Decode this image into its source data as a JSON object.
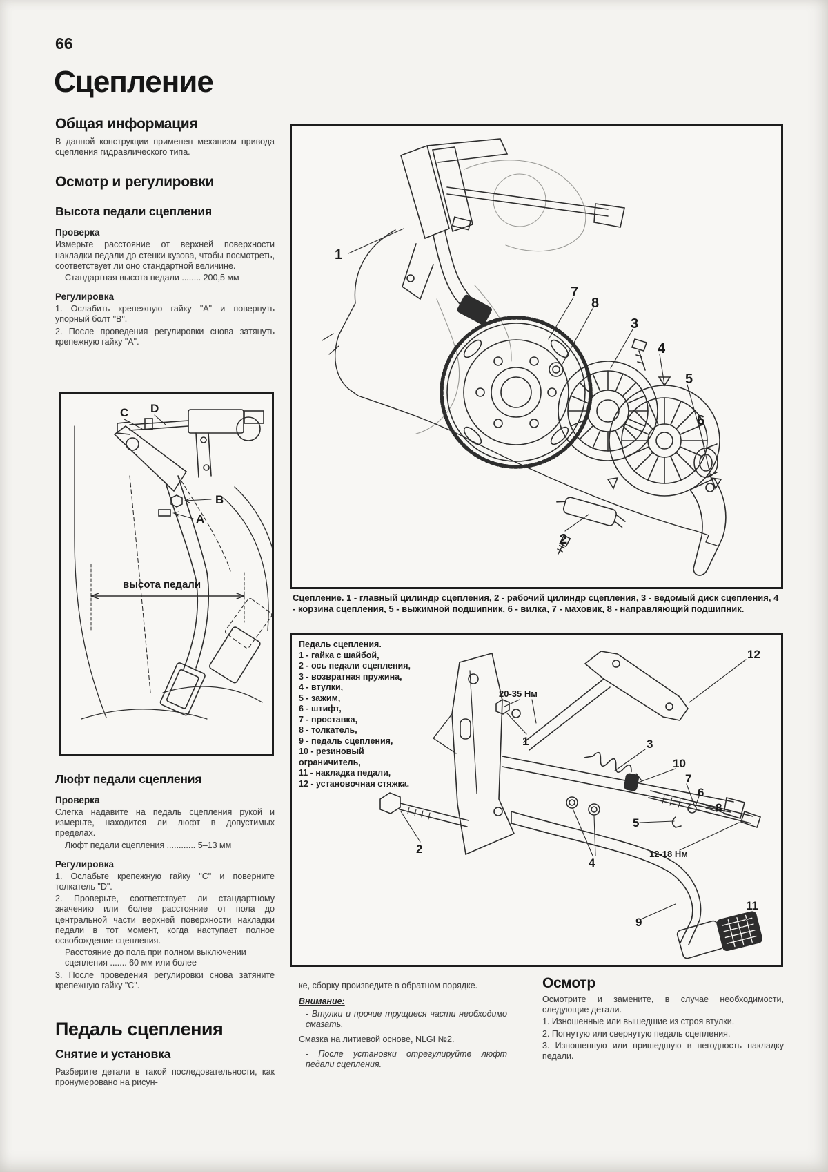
{
  "page": {
    "number": "66"
  },
  "title": "Сцепление",
  "general": {
    "heading": "Общая информация",
    "body": "В данной конструкции применен механизм привода сцепления гидравлического типа."
  },
  "inspection_adjust": {
    "heading": "Осмотр и регулировки"
  },
  "pedal_height": {
    "heading": "Высота педали сцепления",
    "check_heading": "Проверка",
    "check_body": "Измерьте расстояние от верхней поверхности накладки педали до стенки кузова, чтобы посмотреть, соответствует ли оно стандартной величине.",
    "spec": "Стандартная высота педали ........ 200,5 мм",
    "adjust_heading": "Регулировка",
    "steps": [
      "1. Ослабить крепежную гайку \"А\" и повернуть упорный болт \"В\".",
      "2. После проведения регулировки снова затянуть крепежную гайку \"А\"."
    ]
  },
  "fig_height": {
    "labels": {
      "c": "C",
      "d": "D",
      "b": "B",
      "a": "A"
    },
    "measure_label": "высота педали"
  },
  "free_play": {
    "heading": "Люфт педали сцепления",
    "check_heading": "Проверка",
    "check_body": "Слегка надавите на педаль сцепления рукой и измерьте, находится ли люфт в допустимых пределах.",
    "spec": "Люфт педали сцепления ............ 5–13 мм",
    "adjust_heading": "Регулировка",
    "steps": [
      "1. Ослабьте крепежную гайку \"С\" и поверните толкатель \"D\".",
      "2. Проверьте, соответствует ли стандартному значению или более расстояние от пола до центральной части верхней поверхности накладки педали в тот момент, когда наступает полное освобождение сцепления."
    ],
    "spec2": "Расстояние до пола при полном выключении сцепления ....... 60 мм или более",
    "step3": "3. После проведения регулировки снова затяните крепежную гайку \"С\"."
  },
  "clutch_pedal": {
    "heading": "Педаль сцепления",
    "sub_heading": "Снятие и установка",
    "body": "Разберите детали в такой последовательности, как пронумеровано на рисун-"
  },
  "fig_clutch": {
    "caption": "Сцепление. 1 - главный цилиндр сцепления, 2 - рабочий цилиндр сцепления, 3 - ведомый диск сцепления, 4 - корзина сцепления, 5 - выжимной подшипник, 6 - вилка, 7 - маховик, 8 - направляющий подшипник.",
    "callouts": [
      "1",
      "2",
      "3",
      "4",
      "5",
      "6",
      "7",
      "8"
    ]
  },
  "fig_pedal": {
    "title": "Педаль сцепления.",
    "parts": [
      "1 - гайка с шайбой,",
      "2 - ось педали сцепления,",
      "3 - возвратная пружина,",
      "4 - втулки,",
      "5 - зажим,",
      "6 - штифт,",
      "7 - проставка,",
      "8 - толкатель,",
      "9 - педаль сцепления,",
      "10 - резиновый ограничитель,",
      "11 - накладка педали,",
      "12 - установочная стяжка."
    ],
    "torque1": "20-35 Нм",
    "torque2": "12-18 Нм",
    "callouts": [
      "1",
      "2",
      "3",
      "4",
      "5",
      "6",
      "7",
      "8",
      "9",
      "10",
      "11",
      "12"
    ]
  },
  "continuation": {
    "body": "ке, сборку произведите в обратном порядке.",
    "note_heading": "Внимание:",
    "note1": "- Втулки и прочие трущиеся части необходимо смазать.",
    "note2": "Смазка на литиевой основе, NLGI №2.",
    "note3": "- После установки отрегулируйте люфт педали сцепления."
  },
  "inspection": {
    "heading": "Осмотр",
    "body": "Осмотрите и замените, в случае необходимости, следующие детали.",
    "items": [
      "1. Изношенные или вышедшие из строя втулки.",
      "2. Погнутую или свернутую педаль сцепления.",
      "3. Изношенную или пришедшую в негодность накладку педали."
    ]
  }
}
